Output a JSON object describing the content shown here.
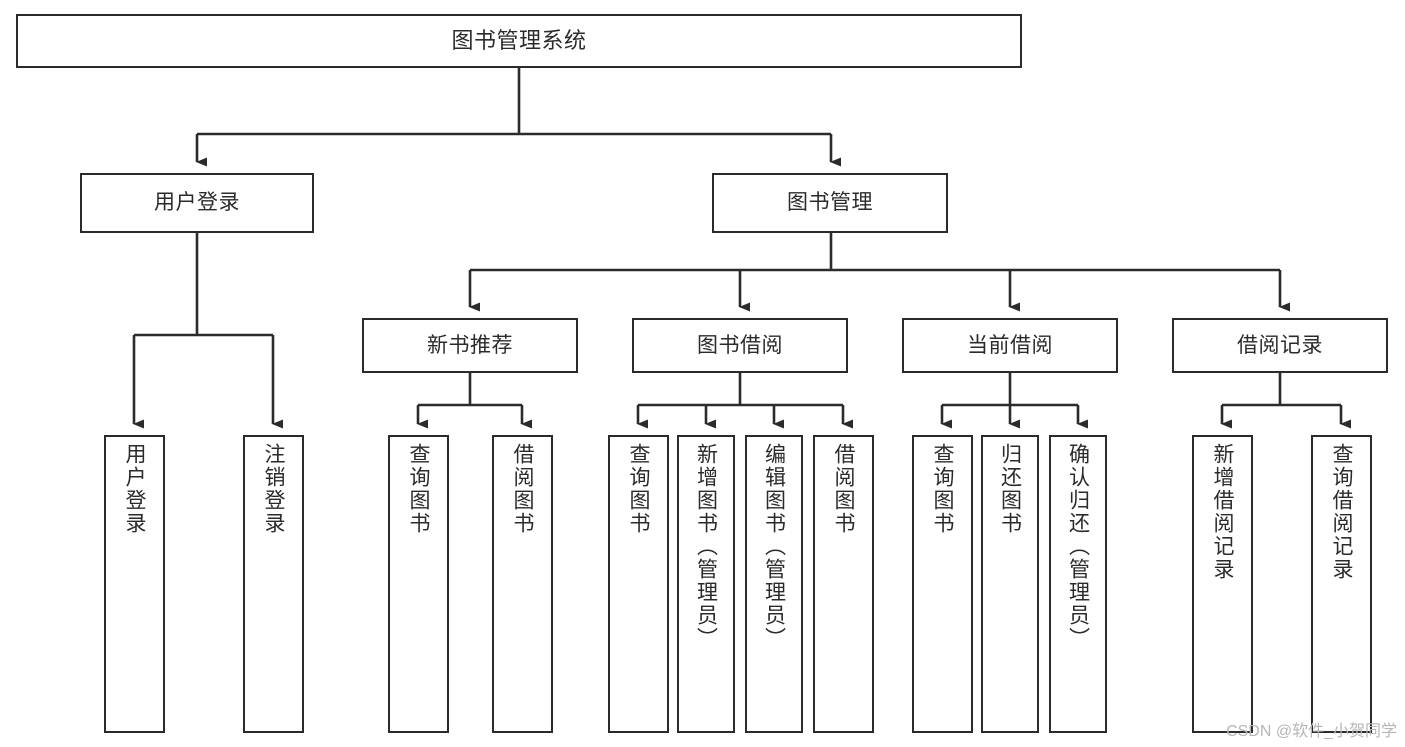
{
  "diagram": {
    "title": "图书管理系统",
    "watermark": "CSDN @软件_小贺同学",
    "stroke_color": "#2b2b2b",
    "background_color": "#ffffff",
    "watermark_color": "#b6b6b6"
  },
  "nodes": {
    "root": {
      "label": "图书管理系统"
    },
    "level1": [
      {
        "label": "用户登录"
      },
      {
        "label": "图书管理"
      }
    ],
    "level2": [
      {
        "label": "新书推荐"
      },
      {
        "label": "图书借阅"
      },
      {
        "label": "当前借阅"
      },
      {
        "label": "借阅记录"
      }
    ],
    "leaves_user_login": [
      {
        "label": "用户登录"
      },
      {
        "label": "注销登录"
      }
    ],
    "leaves_new_book": [
      {
        "label": "查询图书"
      },
      {
        "label": "借阅图书"
      }
    ],
    "leaves_borrow": [
      {
        "label": "查询图书"
      },
      {
        "label": "新增图书（管理员）"
      },
      {
        "label": "编辑图书（管理员）"
      },
      {
        "label": "借阅图书"
      }
    ],
    "leaves_current": [
      {
        "label": "查询图书"
      },
      {
        "label": "归还图书"
      },
      {
        "label": "确认归还（管理员）"
      }
    ],
    "leaves_records": [
      {
        "label": "新增借阅记录"
      },
      {
        "label": "查询借阅记录"
      }
    ]
  }
}
